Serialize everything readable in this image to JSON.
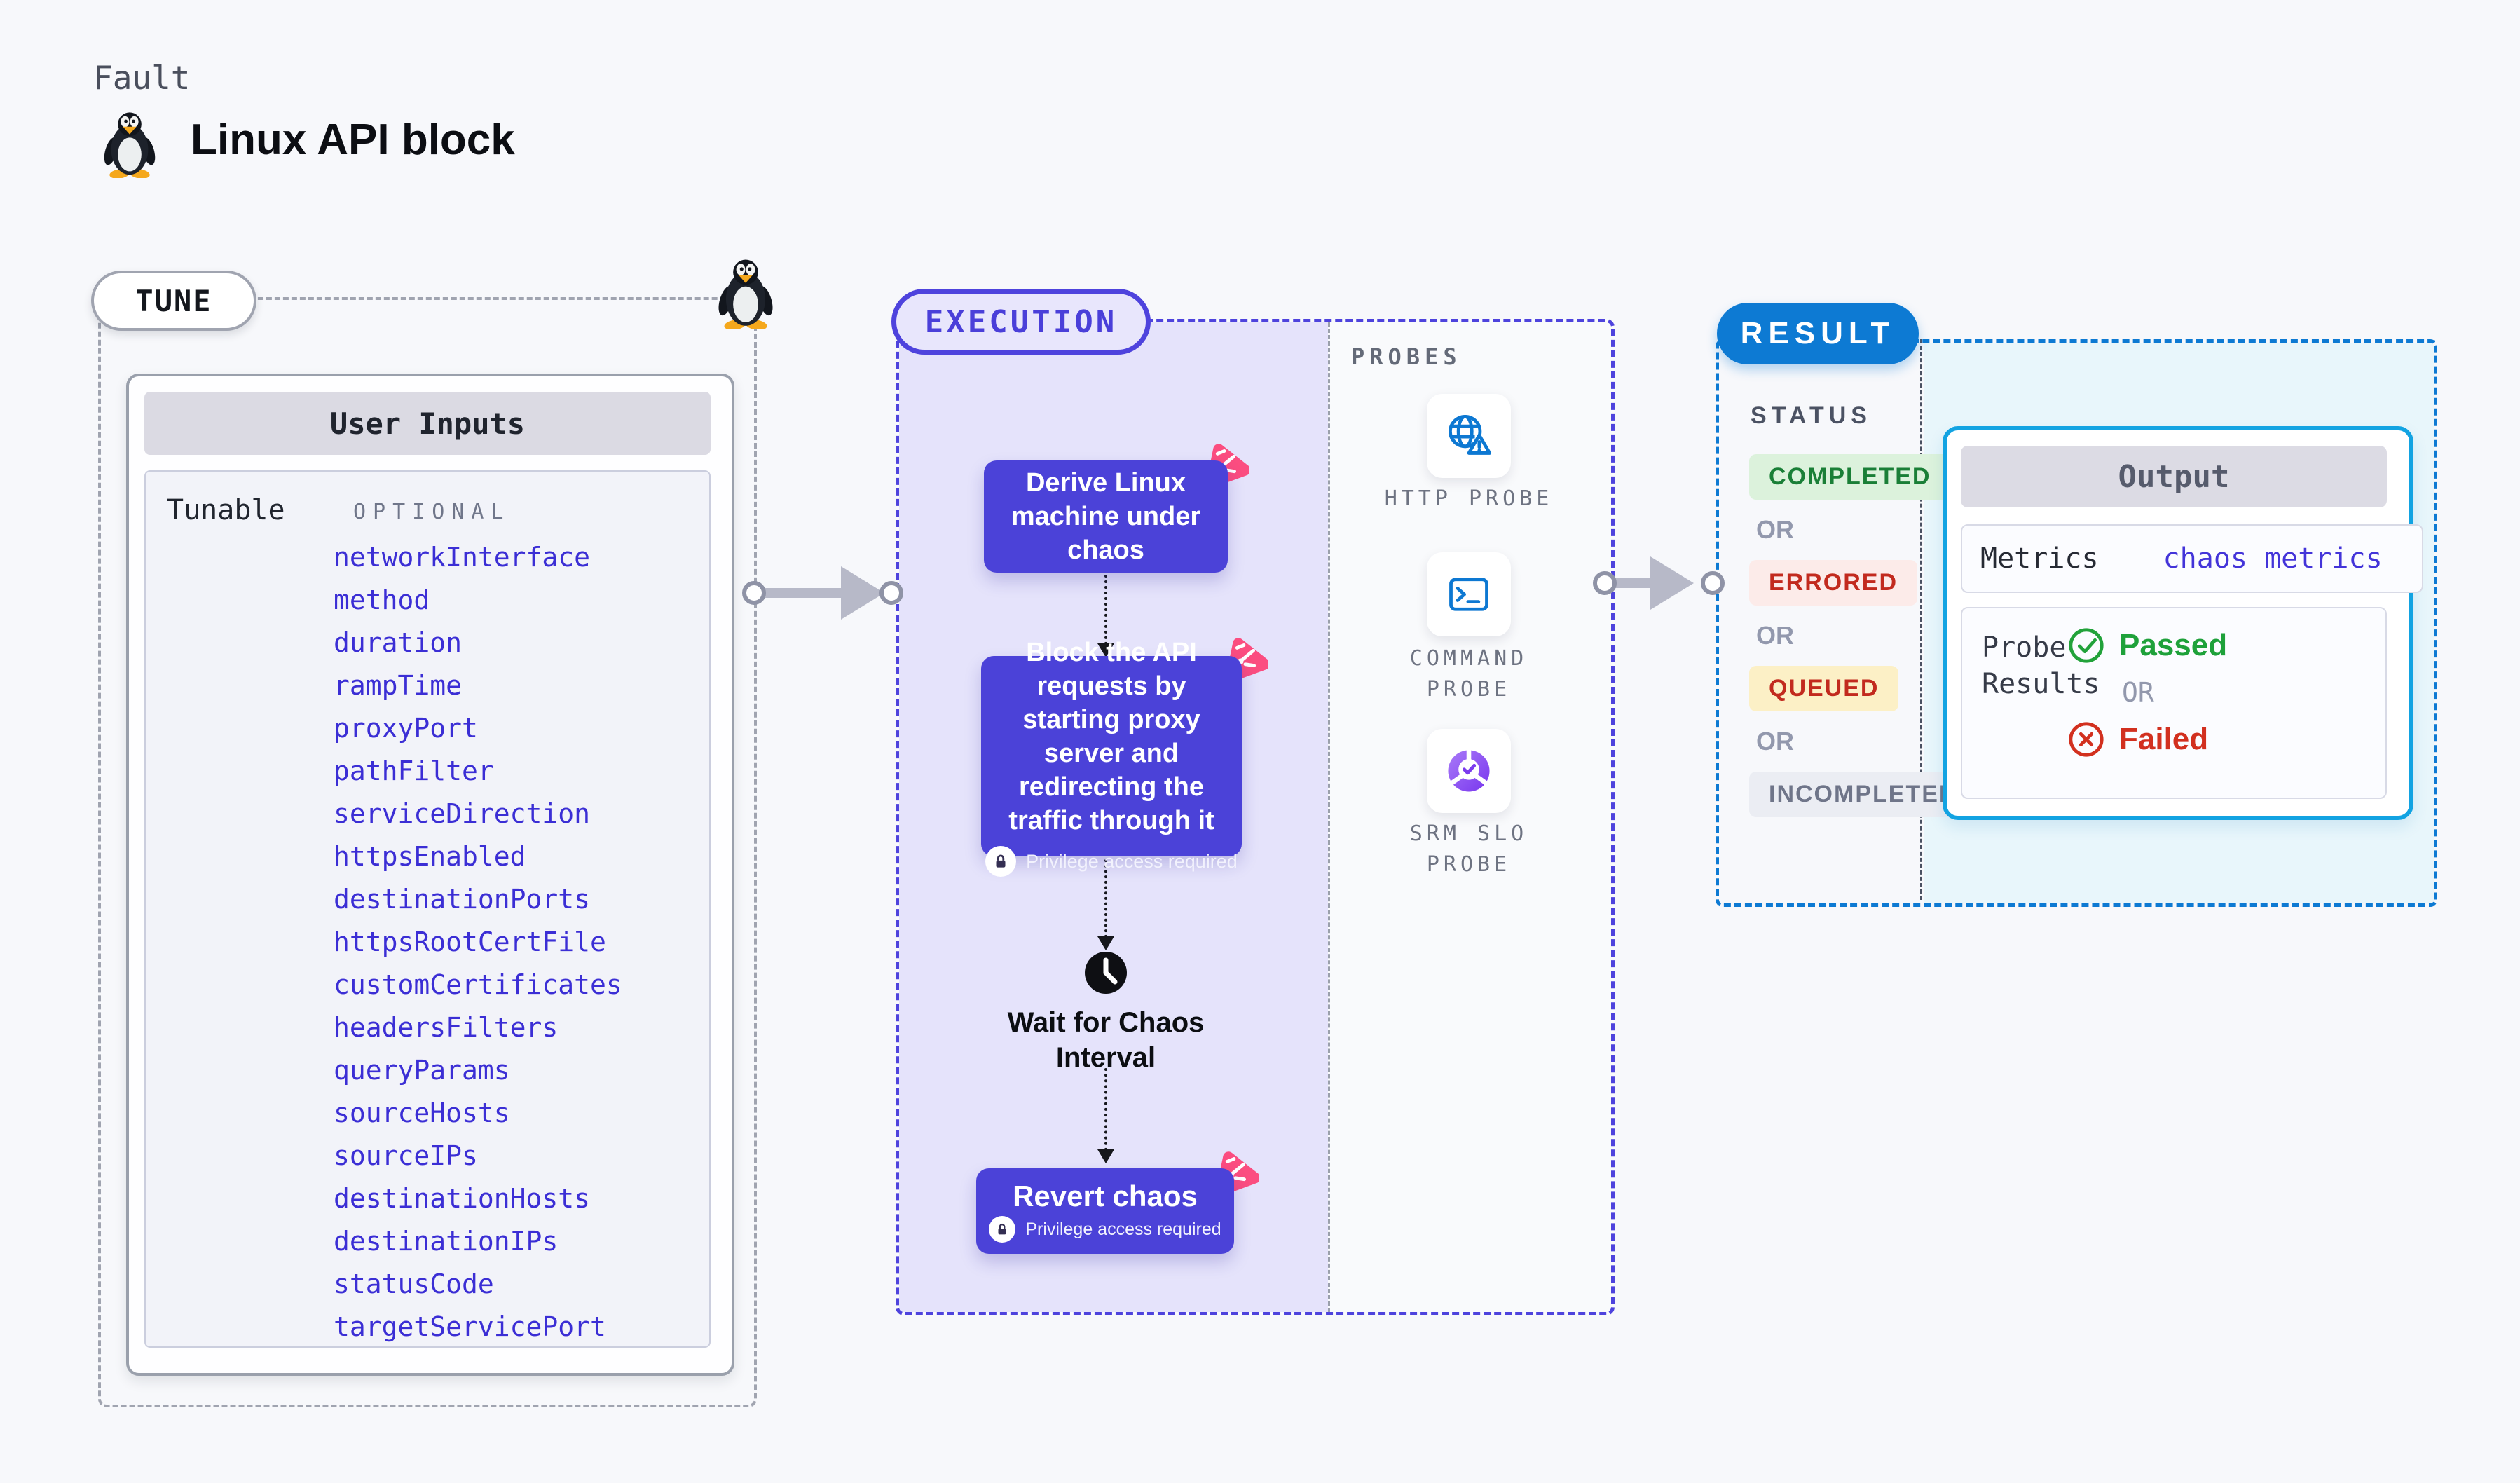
{
  "header": {
    "kicker": "Fault",
    "title": "Linux API block"
  },
  "tune": {
    "badge": "TUNE",
    "card_title": "User Inputs",
    "row_label": "Tunable",
    "row_tag": "OPTIONAL",
    "params": [
      "networkInterface",
      "method",
      "duration",
      "rampTime",
      "proxyPort",
      "pathFilter",
      "serviceDirection",
      "httpsEnabled",
      "destinationPorts",
      "httpsRootCertFile",
      "customCertificates",
      "headersFilters",
      "queryParams",
      "sourceHosts",
      "sourceIPs",
      "destinationHosts",
      "destinationIPs",
      "statusCode",
      "targetServicePort"
    ]
  },
  "execution": {
    "badge": "EXECUTION",
    "steps": [
      {
        "label": "Derive Linux machine under chaos"
      },
      {
        "label": "Block the API requests by starting proxy server and redirecting the traffic through it",
        "privilege": "Privilege access required"
      },
      {
        "label": "Wait for Chaos Interval"
      },
      {
        "label": "Revert chaos",
        "privilege": "Privilege access required"
      }
    ],
    "probes": {
      "heading": "PROBES",
      "items": [
        {
          "name": "HTTP PROBE",
          "icon": "globe-alert-icon"
        },
        {
          "name": "COMMAND PROBE",
          "icon": "terminal-icon"
        },
        {
          "name": "SRM SLO PROBE",
          "icon": "slo-donut-icon"
        }
      ]
    }
  },
  "result": {
    "badge": "RESULT",
    "status": {
      "heading": "STATUS",
      "or": "OR",
      "items": [
        {
          "label": "COMPLETED",
          "fg": "#1a7f37",
          "bg": "#dcf2dc"
        },
        {
          "label": "ERRORED",
          "fg": "#c22a1e",
          "bg": "#fcebe9"
        },
        {
          "label": "QUEUED",
          "fg": "#c22a1e",
          "bg": "#fcf0c6"
        },
        {
          "label": "INCOMPLETED",
          "fg": "#6f7589",
          "bg": "#ebedf3"
        }
      ]
    },
    "output": {
      "title": "Output",
      "metrics_label": "Metrics",
      "metrics_value": "chaos metrics",
      "probe_results_label": "Probe Results",
      "passed": "Passed",
      "or": "OR",
      "failed": "Failed"
    }
  },
  "colors": {
    "page_bg": "#f7f8fb",
    "tune_dash": "#a0a4b0",
    "param_blue": "#3b2ed5",
    "exec_indigo": "#4b42d8",
    "exec_dash": "#4e43dd",
    "exec_lavender": "#e5e3fb",
    "chaos_pink": "#fb4d80",
    "probe_blue": "#0d78d2",
    "srm_purple": "#7b3bee",
    "result_blue": "#0d7ad3",
    "result_cyan_bg": "#e8f6fb",
    "output_border": "#12a3e2",
    "passed_green": "#1ea13a",
    "failed_red": "#d2301f"
  }
}
